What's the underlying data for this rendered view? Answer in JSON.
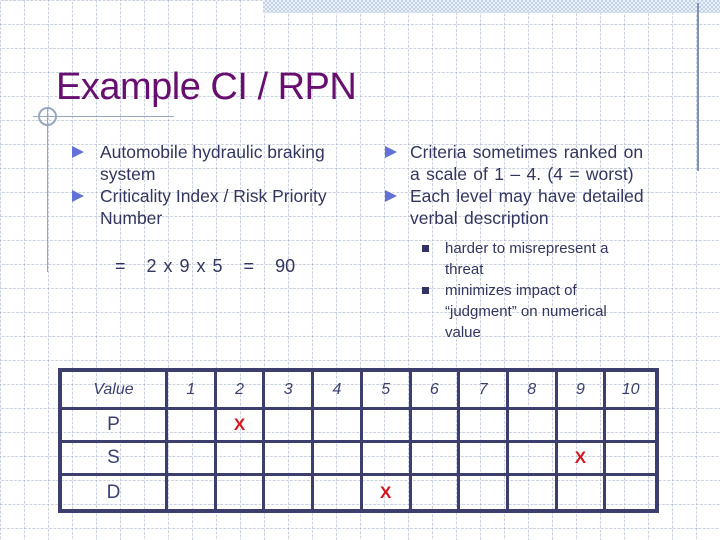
{
  "slide": {
    "title": "Example CI / RPN"
  },
  "left_column": {
    "bullets": [
      {
        "lines": [
          "Automobile hydraulic braking",
          "system"
        ]
      },
      {
        "lines": [
          "Criticality Index / Risk Priority",
          "Number"
        ]
      }
    ],
    "equation": "=   2 x 9 x 5   =   90"
  },
  "right_column": {
    "bullets": [
      {
        "lines": [
          "Criteria sometimes ranked on",
          "a scale of 1 – 4. (4 = worst)"
        ]
      },
      {
        "lines": [
          "Each level may have detailed",
          "verbal description"
        ]
      }
    ],
    "sub_bullets": [
      {
        "lines": [
          "harder to misrepresent a",
          "threat"
        ]
      },
      {
        "lines": [
          "minimizes impact of",
          "“judgment” on numerical",
          "value"
        ]
      }
    ]
  },
  "table": {
    "header": [
      "Value",
      "1",
      "2",
      "3",
      "4",
      "5",
      "6",
      "7",
      "8",
      "9",
      "10"
    ],
    "rows": [
      {
        "label": "P",
        "cells": [
          "",
          "X",
          "",
          "",
          "",
          "",
          "",
          "",
          "",
          ""
        ]
      },
      {
        "label": "S",
        "cells": [
          "",
          "",
          "",
          "",
          "",
          "",
          "",
          "",
          "X",
          ""
        ]
      },
      {
        "label": "D",
        "cells": [
          "",
          "",
          "",
          "",
          "X",
          "",
          "",
          "",
          "",
          ""
        ]
      }
    ]
  },
  "colors": {
    "title": "#670e70",
    "body_text": "#32355f",
    "table_border": "#3c3f6e",
    "mark_red": "#d6151c",
    "bullet_triangle": "#6272d4",
    "sub_bullet_square": "#333366",
    "grid_line": "#94a4c0",
    "top_bar": "#cdd9ea"
  }
}
